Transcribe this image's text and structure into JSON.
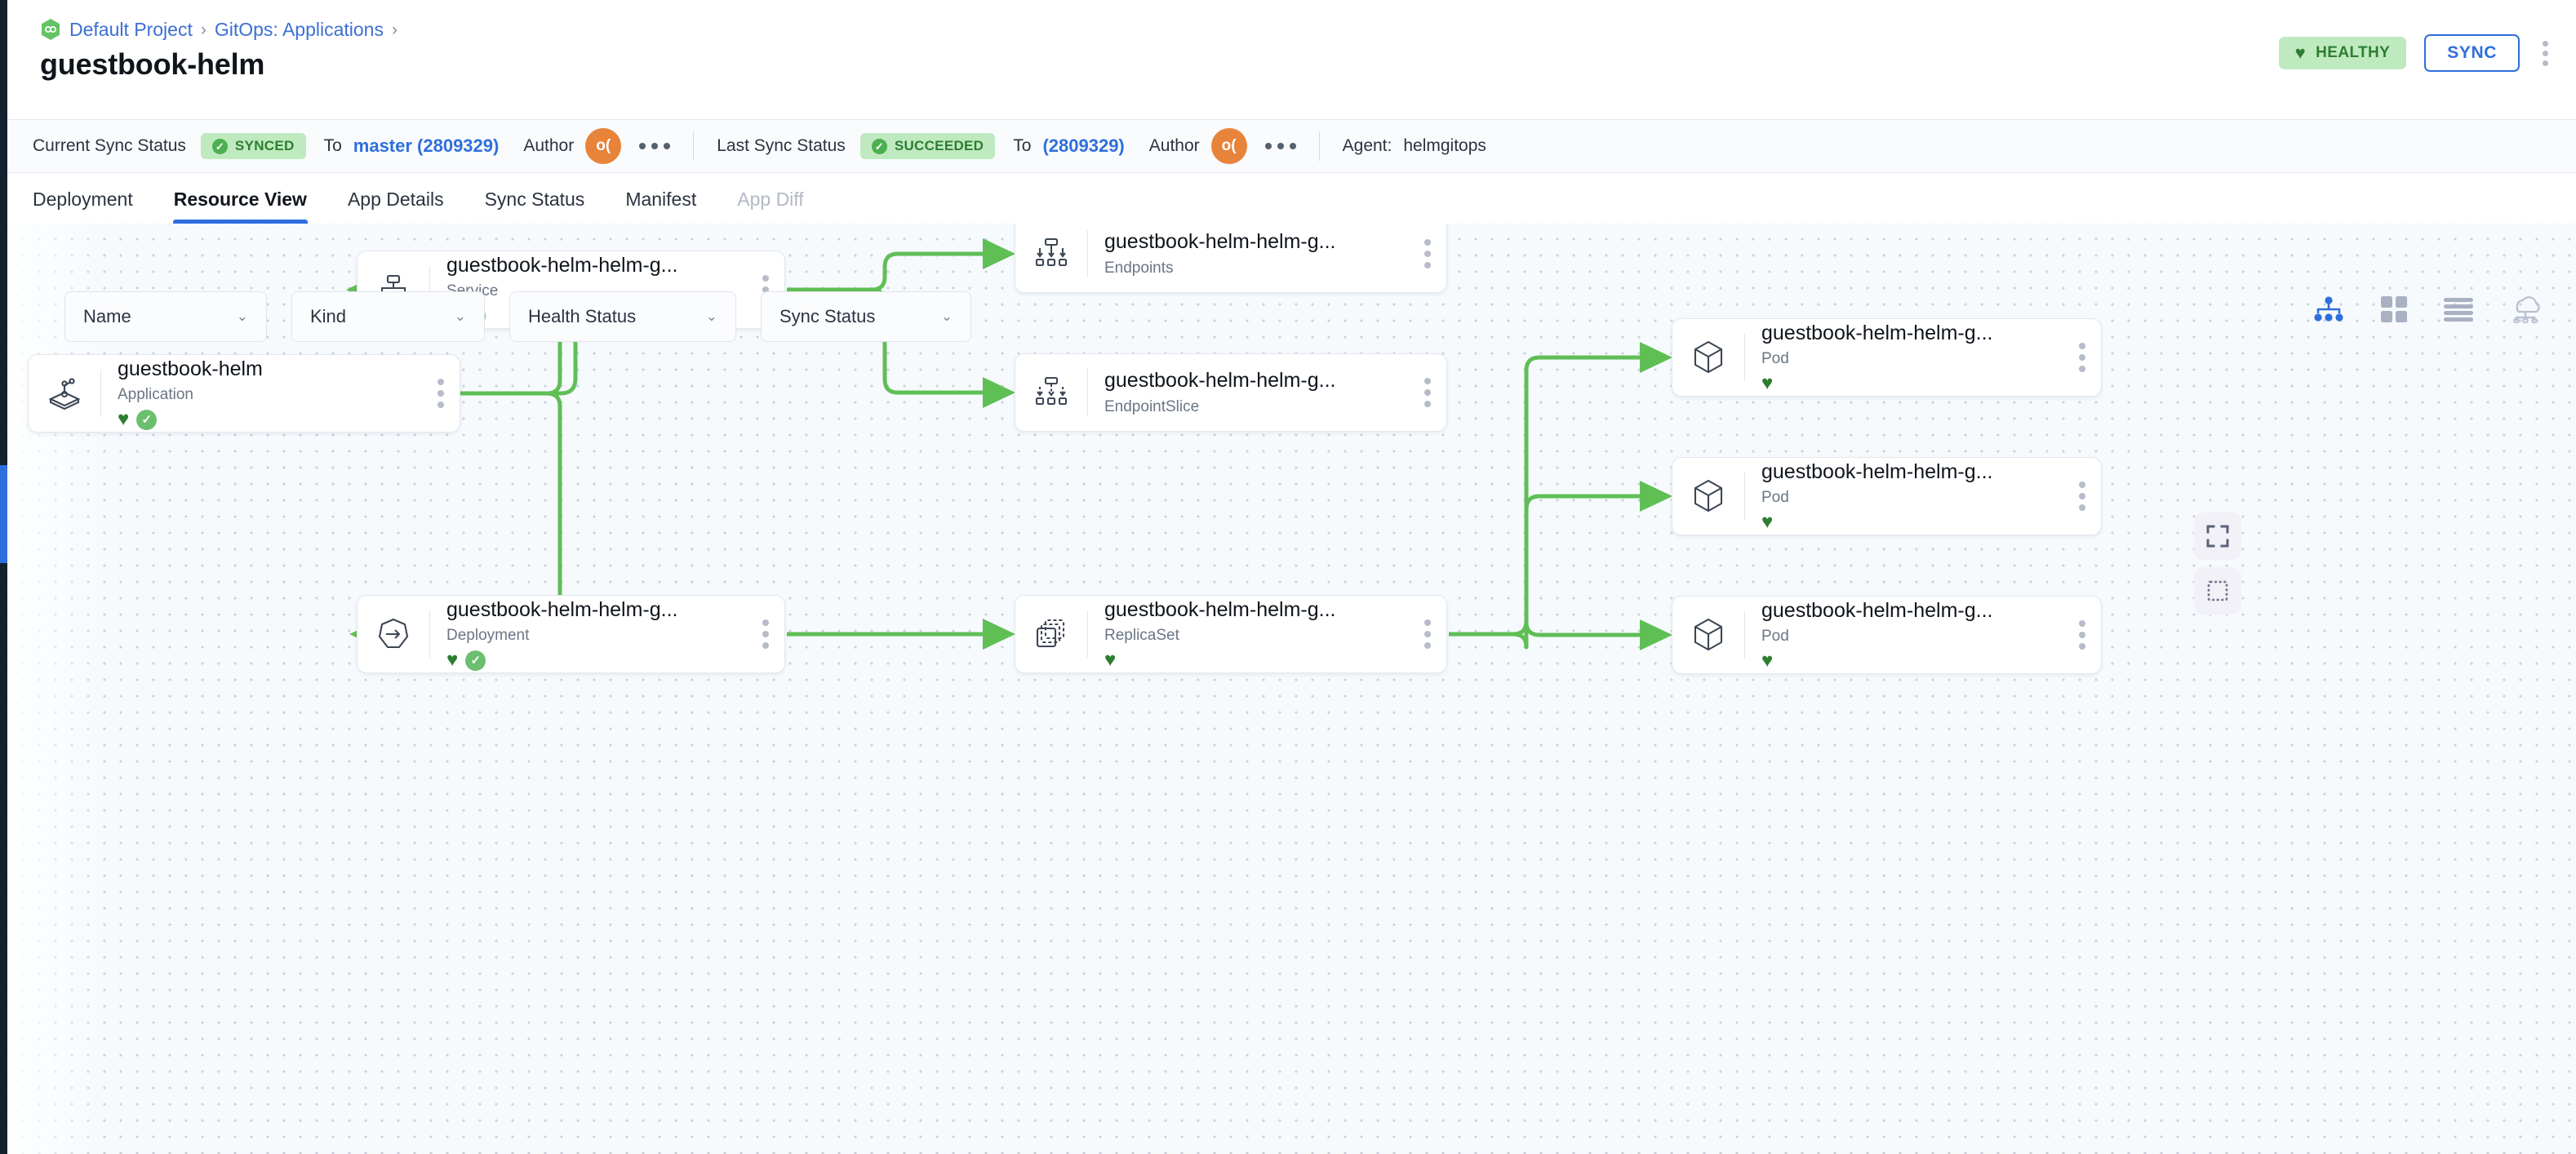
{
  "rail": {
    "name": "left-nav-rail"
  },
  "breadcrumb": {
    "project_icon": "gitops-hexagon-icon",
    "items": [
      {
        "label": "Default Project"
      },
      {
        "label": "GitOps: Applications"
      }
    ],
    "separator": "›"
  },
  "header": {
    "title": "guestbook-helm",
    "health_badge": {
      "label": "HEALTHY",
      "icon": "heart-icon",
      "color": "#2e7d32",
      "bg": "#bfeabf"
    },
    "sync_button": {
      "label": "SYNC",
      "color": "#2f6fdd"
    },
    "overflow_menu": "kebab-menu-icon"
  },
  "status_strip": {
    "current": {
      "label": "Current Sync Status",
      "chip": "SYNCED",
      "to_label": "To",
      "revision": "master (2809329)",
      "author_label": "Author",
      "author_initials": "o(",
      "author_color": "#e8833a",
      "more": "more-icon"
    },
    "last": {
      "label": "Last Sync Status",
      "chip": "SUCCEEDED",
      "to_label": "To",
      "revision": "(2809329)",
      "author_label": "Author",
      "author_initials": "o(",
      "author_color": "#e8833a",
      "more": "more-icon"
    },
    "agent": {
      "label": "Agent:",
      "value": "helmgitops"
    }
  },
  "tabs": [
    {
      "label": "Deployment",
      "active": false,
      "disabled": false
    },
    {
      "label": "Resource View",
      "active": true,
      "disabled": false
    },
    {
      "label": "App Details",
      "active": false,
      "disabled": false
    },
    {
      "label": "Sync Status",
      "active": false,
      "disabled": false
    },
    {
      "label": "Manifest",
      "active": false,
      "disabled": false
    },
    {
      "label": "App Diff",
      "active": false,
      "disabled": true
    }
  ],
  "filters": [
    {
      "label": "Name",
      "placeholder": "Name"
    },
    {
      "label": "Kind",
      "placeholder": "Kind"
    },
    {
      "label": "Health Status",
      "placeholder": "Health Status"
    },
    {
      "label": "Sync Status",
      "placeholder": "Sync Status"
    }
  ],
  "view_toggles": [
    {
      "name": "tree-view-icon",
      "active": true
    },
    {
      "name": "grid-view-icon",
      "active": false
    },
    {
      "name": "list-view-icon",
      "active": false
    },
    {
      "name": "network-view-icon",
      "active": false
    }
  ],
  "canvas_buttons": [
    {
      "name": "fit-view-icon"
    },
    {
      "name": "selection-box-icon"
    }
  ],
  "graph": {
    "edge_color": "#5fbf55",
    "nodes": [
      {
        "id": "app",
        "title": "guestbook-helm",
        "kind": "Application",
        "icon": "application-icon",
        "health": "Healthy",
        "synced": true
      },
      {
        "id": "svc",
        "title": "guestbook-helm-helm-g...",
        "kind": "Service",
        "icon": "service-icon",
        "health": "Healthy",
        "synced": true
      },
      {
        "id": "dep",
        "title": "guestbook-helm-helm-g...",
        "kind": "Deployment",
        "icon": "deployment-icon",
        "health": "Healthy",
        "synced": true
      },
      {
        "id": "ep",
        "title": "guestbook-helm-helm-g...",
        "kind": "Endpoints",
        "icon": "endpoints-icon",
        "health": "",
        "synced": false
      },
      {
        "id": "eps",
        "title": "guestbook-helm-helm-g...",
        "kind": "EndpointSlice",
        "icon": "endpointslice-icon",
        "health": "",
        "synced": false
      },
      {
        "id": "rs",
        "title": "guestbook-helm-helm-g...",
        "kind": "ReplicaSet",
        "icon": "replicaset-icon",
        "health": "Healthy",
        "synced": false
      },
      {
        "id": "pod1",
        "title": "guestbook-helm-helm-g...",
        "kind": "Pod",
        "icon": "pod-icon",
        "health": "Healthy",
        "synced": false
      },
      {
        "id": "pod2",
        "title": "guestbook-helm-helm-g...",
        "kind": "Pod",
        "icon": "pod-icon",
        "health": "Healthy",
        "synced": false
      },
      {
        "id": "pod3",
        "title": "guestbook-helm-helm-g...",
        "kind": "Pod",
        "icon": "pod-icon",
        "health": "Healthy",
        "synced": false
      }
    ]
  },
  "glyphs": {
    "heart": "♥",
    "check": "✓",
    "chevron_down": "⌄"
  }
}
